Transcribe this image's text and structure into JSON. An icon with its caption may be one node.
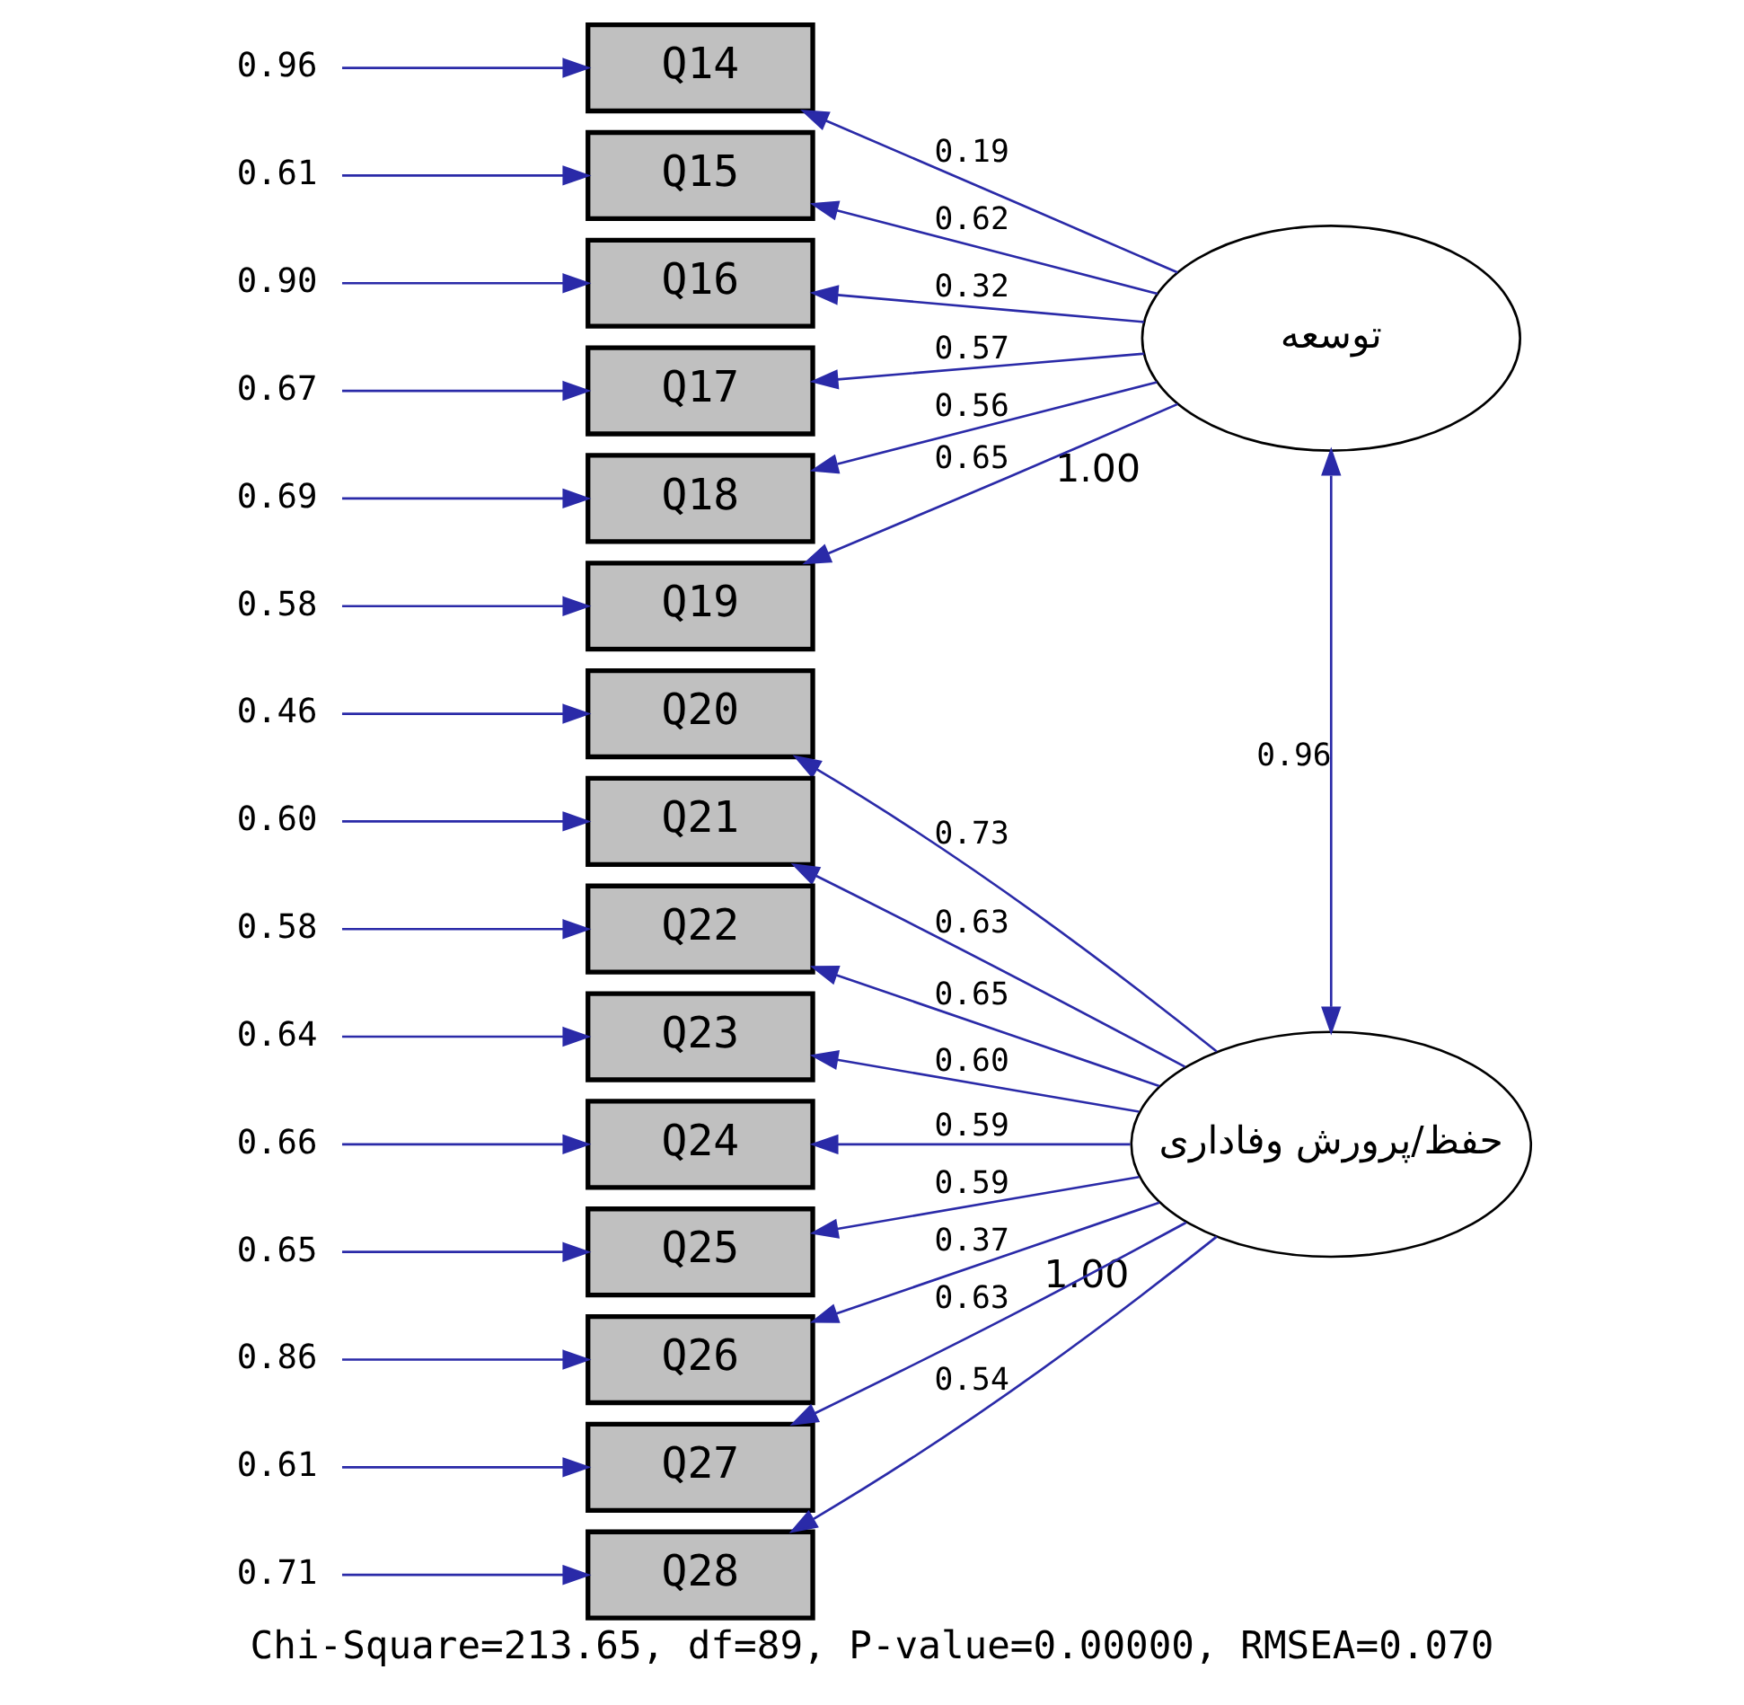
{
  "diagram": {
    "caption": "Chi-Square=213.65, df=89, P-value=0.00000, RMSEA=0.070",
    "nodes": [
      {
        "text": [
          "0.96"
        ]
      },
      {
        "text": [
          "Q14"
        ]
      },
      {
        "text": [
          "0.61"
        ]
      },
      {
        "text": [
          "Q15"
        ]
      },
      {
        "text": [
          "0.90"
        ]
      },
      {
        "text": [
          "Q16"
        ]
      },
      {
        "text": [
          "0.67"
        ]
      },
      {
        "text": [
          "Q17"
        ]
      },
      {
        "text": [
          "0.69"
        ]
      },
      {
        "text": [
          "Q18"
        ]
      },
      {
        "text": [
          "0.58"
        ]
      },
      {
        "text": [
          "Q19"
        ]
      },
      {
        "text": [
          "0.46"
        ]
      },
      {
        "text": [
          "Q20"
        ]
      },
      {
        "text": [
          "0.60"
        ]
      },
      {
        "text": [
          "Q21"
        ]
      },
      {
        "text": [
          "0.58"
        ]
      },
      {
        "text": [
          "Q22"
        ]
      },
      {
        "text": [
          "0.64"
        ]
      },
      {
        "text": [
          "Q23"
        ]
      },
      {
        "text": [
          "0.66"
        ]
      },
      {
        "text": [
          "Q24"
        ]
      },
      {
        "text": [
          "0.65"
        ]
      },
      {
        "text": [
          "Q25"
        ]
      },
      {
        "text": [
          "0.86"
        ]
      },
      {
        "text": [
          "Q26"
        ]
      },
      {
        "text": [
          "0.61"
        ]
      },
      {
        "text": [
          "Q27"
        ]
      },
      {
        "text": [
          "0.71"
        ]
      },
      {
        "text": [
          "Q28"
        ]
      },
      {
        "text": [
          "توسعه"
        ],
        "beside": [
          "1.00"
        ]
      },
      {
        "text": [
          "حفظ/پرورش وفاداری"
        ],
        "beside": [
          "1.00"
        ]
      }
    ],
    "edges": [
      {
        "from": 0,
        "to": 1,
        "arrow": "to"
      },
      {
        "from": 2,
        "to": 3,
        "arrow": "to"
      },
      {
        "from": 4,
        "to": 5,
        "arrow": "to"
      },
      {
        "from": 6,
        "to": 7,
        "arrow": "to"
      },
      {
        "from": 8,
        "to": 9,
        "arrow": "to"
      },
      {
        "from": 10,
        "to": 11,
        "arrow": "to"
      },
      {
        "from": 12,
        "to": 13,
        "arrow": "to"
      },
      {
        "from": 14,
        "to": 15,
        "arrow": "to"
      },
      {
        "from": 16,
        "to": 17,
        "arrow": "to"
      },
      {
        "from": 18,
        "to": 19,
        "arrow": "to"
      },
      {
        "from": 20,
        "to": 21,
        "arrow": "to"
      },
      {
        "from": 22,
        "to": 23,
        "arrow": "to"
      },
      {
        "from": 24,
        "to": 25,
        "arrow": "to"
      },
      {
        "from": 26,
        "to": 27,
        "arrow": "to"
      },
      {
        "from": 28,
        "to": 29,
        "arrow": "to"
      },
      {
        "from": 30,
        "to": 1,
        "arrow": "to",
        "label": "0.19"
      },
      {
        "from": 30,
        "to": 3,
        "arrow": "to",
        "label": "0.62"
      },
      {
        "from": 30,
        "to": 5,
        "arrow": "to",
        "label": "0.32"
      },
      {
        "from": 30,
        "to": 7,
        "arrow": "to",
        "label": "0.57"
      },
      {
        "from": 30,
        "to": 9,
        "arrow": "to",
        "label": "0.56"
      },
      {
        "from": 30,
        "to": 11,
        "arrow": "to",
        "label": "0.65"
      },
      {
        "from": 31,
        "to": 13,
        "arrow": "to",
        "label": "0.73"
      },
      {
        "from": 31,
        "to": 15,
        "arrow": "to",
        "label": "0.63"
      },
      {
        "from": 31,
        "to": 17,
        "arrow": "to",
        "label": "0.65"
      },
      {
        "from": 31,
        "to": 19,
        "arrow": "to",
        "label": "0.60"
      },
      {
        "from": 31,
        "to": 21,
        "arrow": "to",
        "label": "0.59"
      },
      {
        "from": 31,
        "to": 23,
        "arrow": "to",
        "label": "0.59"
      },
      {
        "from": 31,
        "to": 25,
        "arrow": "to",
        "label": "0.37"
      },
      {
        "from": 31,
        "to": 27,
        "arrow": "to",
        "label": "0.63"
      },
      {
        "from": 31,
        "to": 29,
        "arrow": "to",
        "label": "0.54"
      },
      {
        "from": 30,
        "to": 31,
        "arrow": "both",
        "label": "0.96"
      }
    ]
  }
}
